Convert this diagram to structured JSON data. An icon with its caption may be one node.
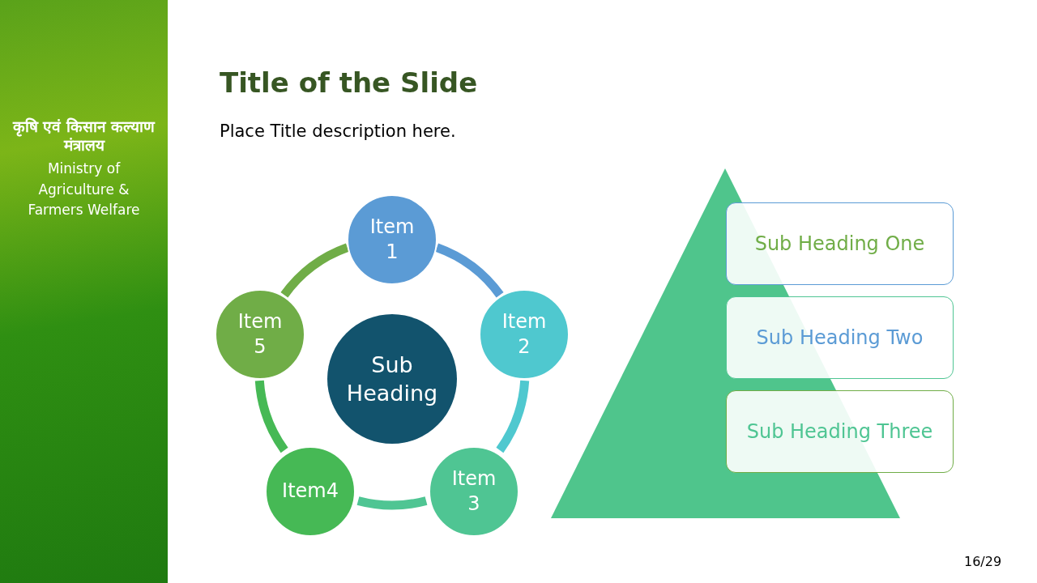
{
  "diagram": {
    "title": "Title of the Slide",
    "nodes": [
      {
        "text": [
          "Item 1"
        ]
      },
      {
        "text": [
          "Item 2"
        ]
      },
      {
        "text": [
          "Item 3"
        ]
      },
      {
        "text": [
          "Item4"
        ]
      },
      {
        "text": [
          "Item 5"
        ]
      },
      {
        "text": [
          "Sub Heading"
        ]
      },
      {
        "text": [],
        "shape": "triangle"
      },
      {
        "text": [
          "Sub Heading One"
        ]
      },
      {
        "text": [
          "Sub Heading Two"
        ]
      },
      {
        "text": [
          "Sub Heading Three"
        ]
      }
    ],
    "edges": [
      {
        "from": 0,
        "to": 1,
        "arrow": "none",
        "color": "#5b9bd5"
      },
      {
        "from": 1,
        "to": 2,
        "arrow": "none",
        "color": "#4fc8cf"
      },
      {
        "from": 2,
        "to": 3,
        "arrow": "none",
        "color": "#4fc593"
      },
      {
        "from": 3,
        "to": 4,
        "arrow": "none",
        "color": "#46b955"
      },
      {
        "from": 4,
        "to": 0,
        "arrow": "none",
        "color": "#70ad47"
      }
    ],
    "labels": [
      "कृषि एवं किसान कल्याण मंत्रालय",
      "Ministry of Agriculture & Farmers Welfare",
      "Place Title description here.",
      "16/29"
    ]
  }
}
